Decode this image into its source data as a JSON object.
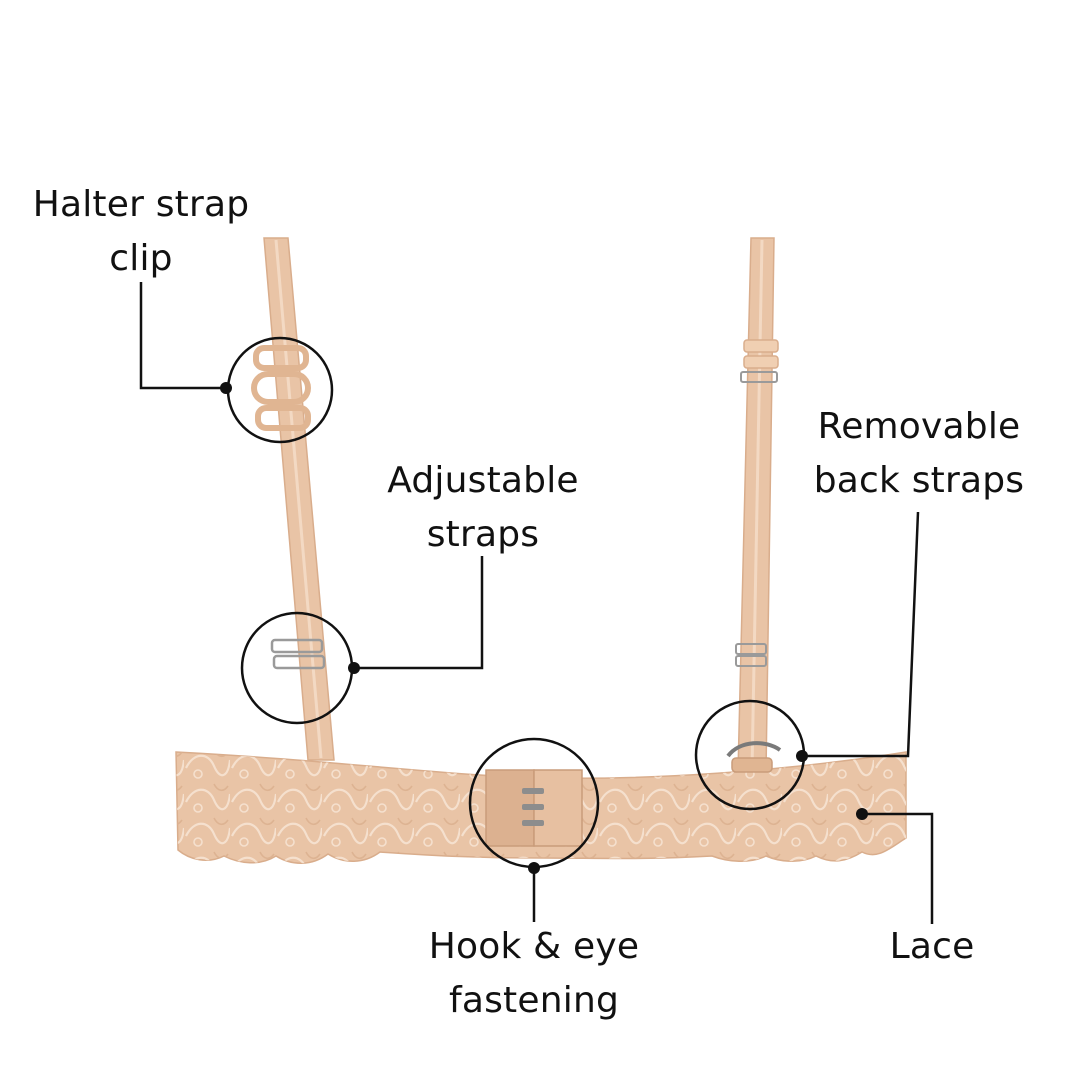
{
  "colors": {
    "background": "#ffffff",
    "fabric": "#e9c4a6",
    "fabric_shadow": "#d9ad8c",
    "fabric_light": "#f3d9c3",
    "lace_pattern": "#f6e3d2",
    "metal": "#9a9a9a",
    "ink": "#111111"
  },
  "callouts": [
    {
      "id": "halter",
      "lines": [
        "Halter strap",
        "clip"
      ]
    },
    {
      "id": "adjust",
      "lines": [
        "Adjustable",
        "straps"
      ]
    },
    {
      "id": "removable",
      "lines": [
        "Removable",
        "back straps"
      ]
    },
    {
      "id": "hook",
      "lines": [
        "Hook & eye",
        "fastening"
      ]
    },
    {
      "id": "lace",
      "lines": [
        "Lace"
      ]
    }
  ]
}
